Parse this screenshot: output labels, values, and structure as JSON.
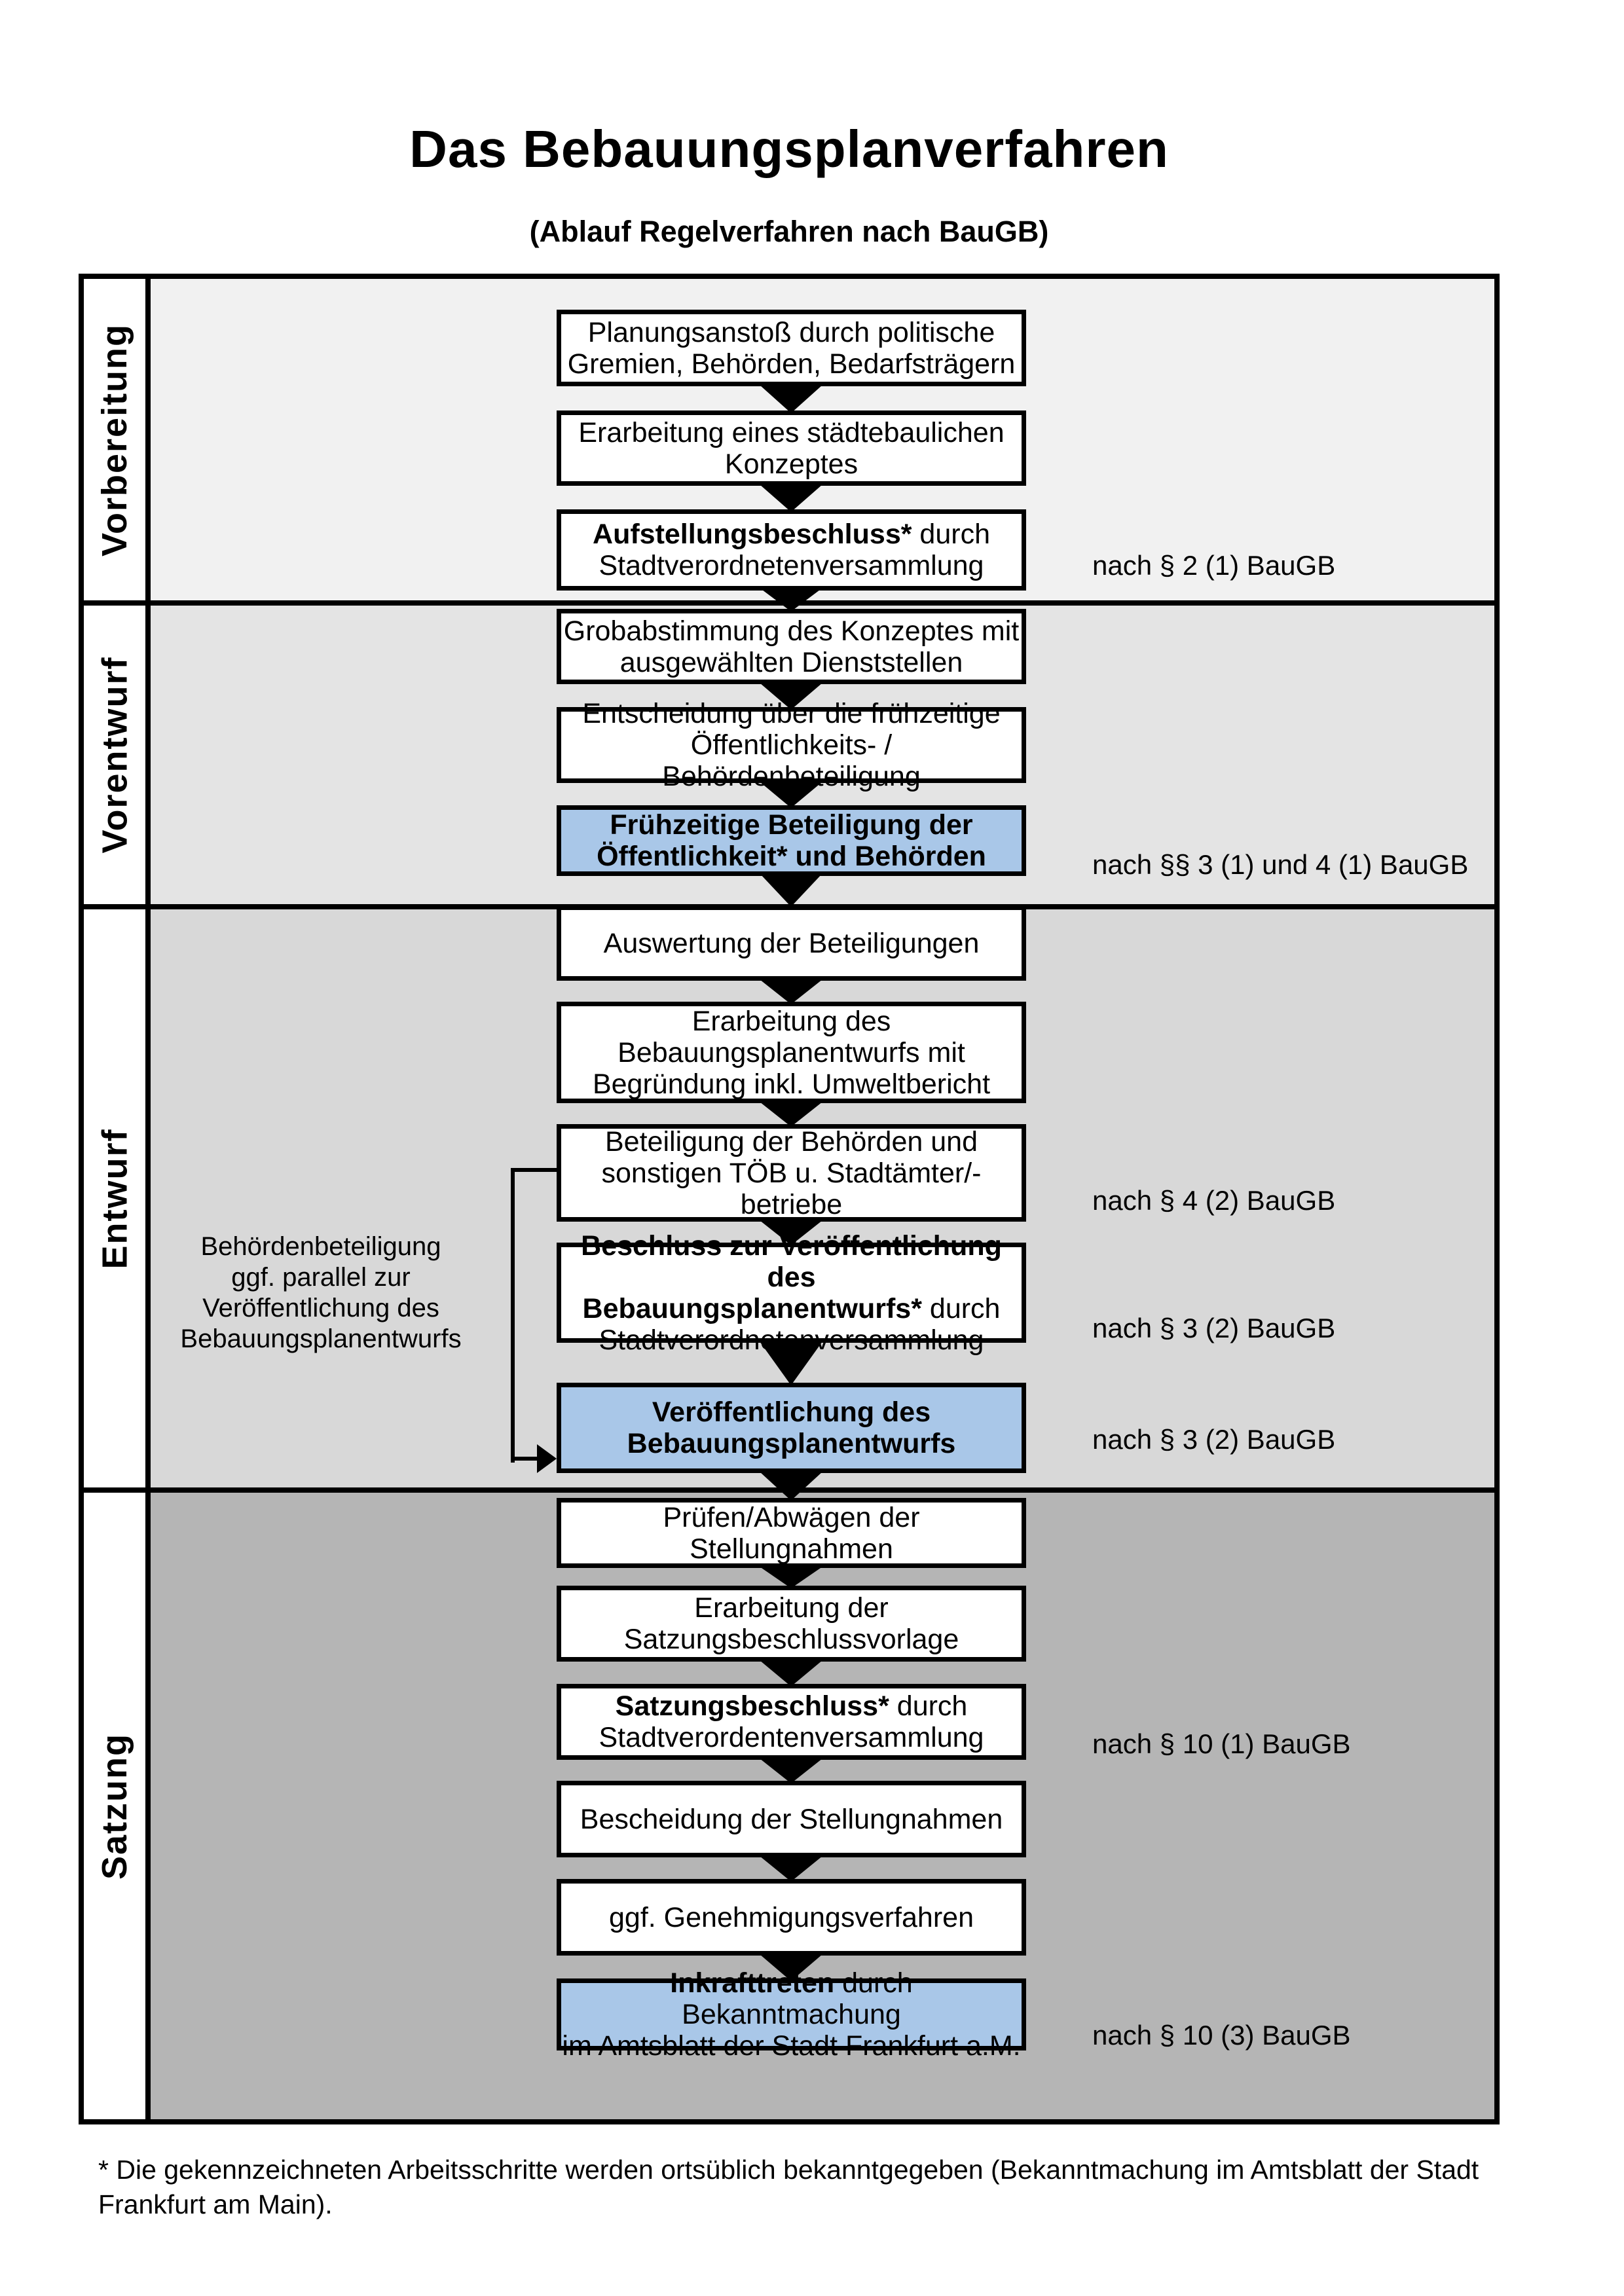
{
  "document": {
    "title": "Das Bebauungsplanverfahren",
    "subtitle": "(Ablauf Regelverfahren nach BauGB)",
    "footnote": "* Die gekennzeichneten Arbeitsschritte werden ortsüblich bekanntgegeben (Bekanntmachung im Amtsblatt  der Stadt Frankfurt am Main)."
  },
  "sections": [
    {
      "label": "Vorbereitung"
    },
    {
      "label": "Vorentwurf"
    },
    {
      "label": "Entwurf"
    },
    {
      "label": "Satzung"
    }
  ],
  "boxes": {
    "b1": {
      "l1": "Planungsanstoß durch politische",
      "l2": "Gremien, Behörden, Bedarfsträgern"
    },
    "b2": {
      "l1": "Erarbeitung eines städtebaulichen",
      "l2": "Konzeptes"
    },
    "b3": {
      "l1b": "Aufstellungsbeschluss*",
      "l1": " durch",
      "l2": "Stadtverordnetenversammlung"
    },
    "b4": {
      "l1": "Grobabstimmung des Konzeptes mit",
      "l2": "ausgewählten Dienststellen"
    },
    "b5": {
      "l1": "Entscheidung über die frühzeitige",
      "l2": "Öffentlichkeits- / Behördenbeteiligung"
    },
    "b6": {
      "l1": "Frühzeitige Beteiligung der",
      "l2": "Öffentlichkeit* und Behörden"
    },
    "b7": {
      "l1": "Auswertung der Beteiligungen"
    },
    "b8": {
      "l1": "Erarbeitung des",
      "l2": "Bebauungsplanentwurfs mit",
      "l3": "Begründung inkl. Umweltbericht"
    },
    "b9": {
      "l1": "Beteiligung der Behörden und",
      "l2": "sonstigen TÖB u. Stadtämter/-betriebe"
    },
    "b10": {
      "l1b": "Beschluss zur Veröffentlichung des",
      "l2b": "Bebauungsplanentwurfs*",
      "l2": " durch",
      "l3": "Stadtverordnetenversammlung"
    },
    "b11": {
      "l1": "Veröffentlichung des",
      "l2": "Bebauungsplanentwurfs"
    },
    "b12": {
      "l1": "Prüfen/Abwägen der Stellungnahmen"
    },
    "b13": {
      "l1": "Erarbeitung der",
      "l2": "Satzungsbeschlussvorlage"
    },
    "b14": {
      "l1b": "Satzungsbeschluss*",
      "l1": " durch",
      "l2": "Stadtverordentenversammlung"
    },
    "b15": {
      "l1": "Bescheidung der Stellungnahmen"
    },
    "b16": {
      "l1": "ggf. Genehmigungsverfahren"
    },
    "b17": {
      "l1b": "Inkrafttreten",
      "l1": " durch Bekanntmachung",
      "l2": "im Amtsblatt der Stadt Frankfurt a.M."
    }
  },
  "side_note": {
    "l1": "Behördenbeteiligung",
    "l2": "ggf. parallel zur",
    "l3": "Veröffentlichung des",
    "l4": "Bebauungsplanentwurfs"
  },
  "refs": [
    {
      "text": "nach § 2 (1) BauGB"
    },
    {
      "text": "nach §§ 3 (1) und 4 (1) BauGB"
    },
    {
      "text": "nach § 4 (2) BauGB"
    },
    {
      "text": "nach § 3 (2) BauGB"
    },
    {
      "text": "nach § 3 (2) BauGB"
    },
    {
      "text": "nach § 10 (1) BauGB"
    },
    {
      "text": "nach § 10 (3) BauGB"
    }
  ],
  "colors": {
    "highlight_blue": "#a9c7e8",
    "section_backgrounds": [
      "#f1f1f1",
      "#e4e4e4",
      "#d8d8d8",
      "#b5b5b5"
    ]
  }
}
